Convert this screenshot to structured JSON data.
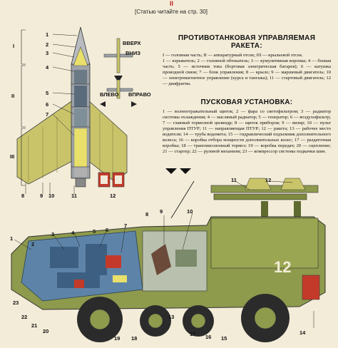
{
  "header": {
    "note": "[Статью читайте на стр. 30]",
    "mark": "II"
  },
  "missile": {
    "title": "ПРОТИВОТАНКОВАЯ УПРАВЛЯЕМАЯ РАКЕТА:",
    "text": "I — головная часть; II — аппаратурный отсек; III — крыльевой отсек.\n1 — взрыватель; 2 — головной обтекатель; 3 — кумулятивная воронка; 4 — боевая часть; 5 — источник тока (бортовая электрическая батарея); 6 — катушка проводной связи; 7 — блок управления; 8 — крыло; 9 — маршевый двигатель; 10 — электромагнитное управление (курса и тангажа); 11 — стартовый двигатель; 12 — диафрагма.",
    "dir_up": "ВВЕРХ",
    "dir_down": "ВНИЗ",
    "dir_left": "ВЛЕВО",
    "dir_right": "ВПРАВО",
    "section_labels": [
      "I",
      "II",
      "III"
    ],
    "callouts": [
      "1",
      "2",
      "3",
      "4",
      "5",
      "6",
      "7",
      "8",
      "9",
      "10",
      "11",
      "12"
    ]
  },
  "launcher": {
    "title": "ПУСКОВАЯ УСТАНОВКА:",
    "text": "1 — волноотражательный щиток; 2 — фара со светофильтром; 3 — радиатор системы охлаждения; 4 — масляный радиатор; 5 — генератор; 6 — воздухофильтр; 7 — главный тормозной цилиндр; 8 — щиток приборов; 9 — визир; 10 — пульт управления ПТУР; 11 — направляющая ПТУР; 12 — ракета; 13 — рабочее место водителя; 14 — труба водомета; 15 — гидравлический подъемник дополнительного колеса; 16 — коробка отбора мощности дополнительных колес; 17 — раздаточная коробка; 18 — трансмиссионный тормоз; 19 — коробка передач; 20 — сцепление; 21 — стартер; 22 — рулевой механизм; 23 — компрессор системы подкачки шин.",
    "hull_number": "12",
    "callouts": [
      "1",
      "2",
      "3",
      "4",
      "5",
      "6",
      "7",
      "8",
      "9",
      "10",
      "11",
      "12",
      "13",
      "14",
      "15",
      "16",
      "17",
      "18",
      "19",
      "20",
      "21",
      "22",
      "23"
    ]
  },
  "colors": {
    "background": "#f3ecd8",
    "hull": "#8e9a4c",
    "hull_dark": "#5f6a2e",
    "interior": "#5d84a8",
    "missile_body": "#9ea3a8",
    "wing": "#c9c46a",
    "warhead": "#e8e06a",
    "engine_red": "#c43a2a",
    "tire": "#2b2b2b"
  }
}
